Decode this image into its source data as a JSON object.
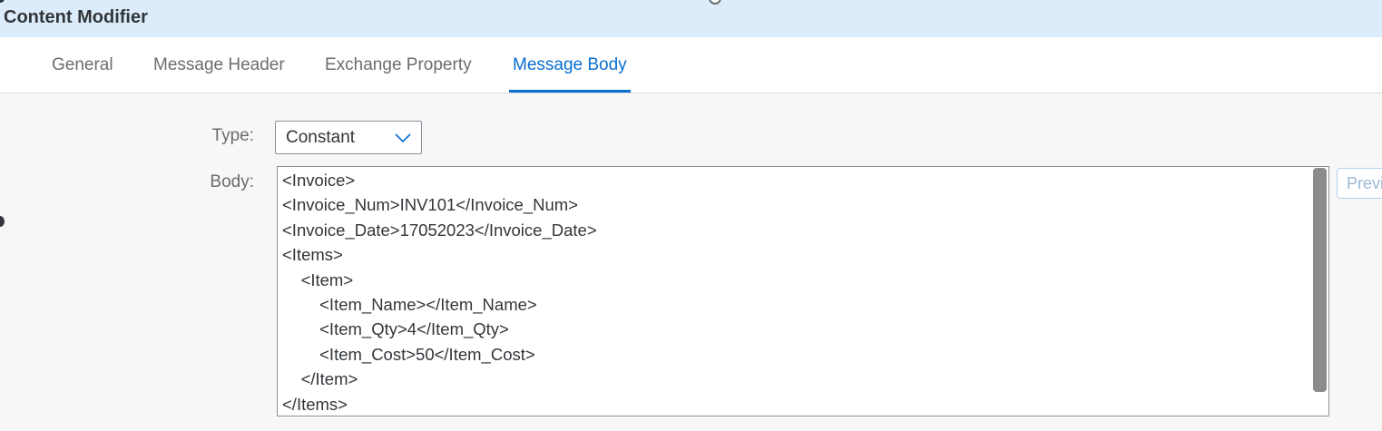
{
  "title_bar": {
    "title": "Content Modifier"
  },
  "tabs": [
    {
      "label": "General",
      "active": false
    },
    {
      "label": "Message Header",
      "active": false
    },
    {
      "label": "Exchange Property",
      "active": false
    },
    {
      "label": "Message Body",
      "active": true
    }
  ],
  "form": {
    "type_label": "Type:",
    "type_value": "Constant",
    "body_label": "Body:",
    "body_value": "<Invoice>\n<Invoice_Num>INV101</Invoice_Num>\n<Invoice_Date>17052023</Invoice_Date>\n<Items>\n\t<Item>\n\t\t<Item_Name></Item_Name>\n\t\t<Item_Qty>4</Item_Qty>\n\t\t<Item_Cost>50</Item_Cost>\n\t</Item>\n</Items>",
    "preview_label": "Preview"
  },
  "colors": {
    "title_bar_bg": "#dcecfb",
    "accent": "#0a6ed1",
    "page_bg": "#f7f7f7"
  },
  "icons": {
    "type_dropdown": "chevron-down-icon"
  }
}
